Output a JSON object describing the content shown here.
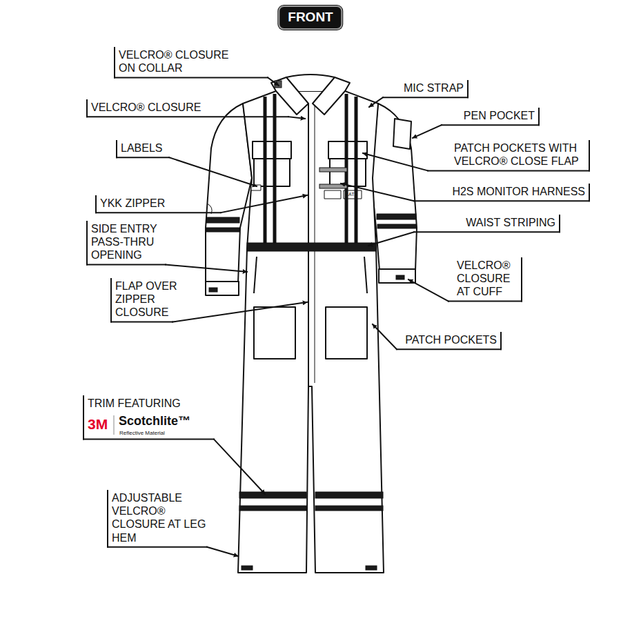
{
  "diagram": {
    "title": "FRONT",
    "labels": [
      "VELCRO® CLOSURE ON COLLAR",
      "VELCRO® CLOSURE",
      "LABELS",
      "YKK ZIPPER",
      "SIDE ENTRY PASS-THRU OPENING",
      "FLAP OVER ZIPPER CLOSURE",
      "TRIM FEATURING",
      "3M",
      "Scotchlite™",
      "Reflective Material",
      "ADJUSTABLE VELCRO® CLOSURE AT LEG HEM",
      "MIC STRAP",
      "PEN POCKET",
      "PATCH POCKETS WITH VELCRO® CLOSE FLAP",
      "H2S MONITOR HARNESS",
      "WAIST STRIPING",
      "VELCRO® CLOSURE AT CUFF",
      "PATCH POCKETS",
      "CAT2"
    ]
  }
}
